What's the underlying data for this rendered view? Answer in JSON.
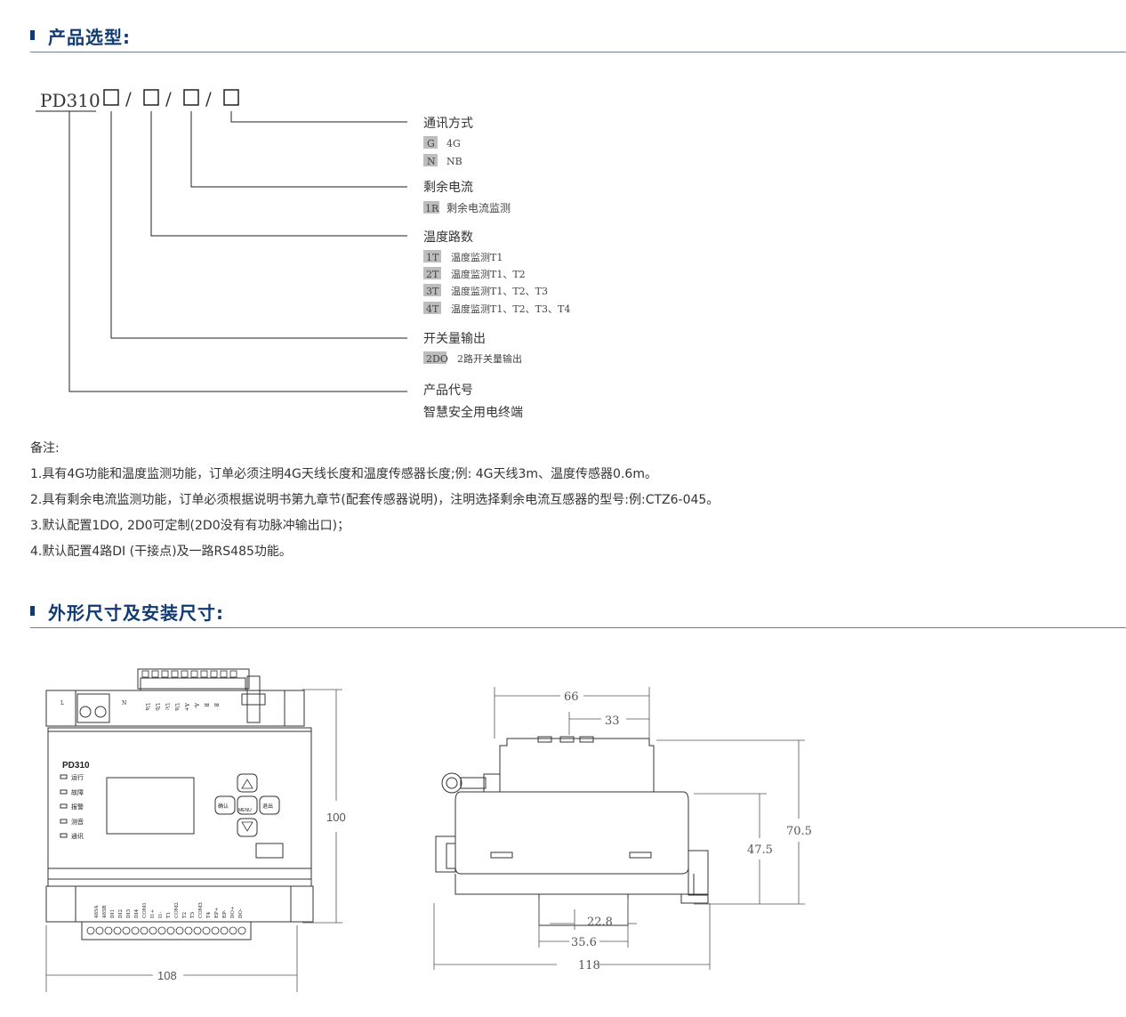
{
  "section1": {
    "title": "产品选型:"
  },
  "section2": {
    "title": "外形尺寸及安装尺寸:"
  },
  "model": {
    "code": "PD310",
    "sep": "/"
  },
  "groups": [
    {
      "title": "通讯方式",
      "options": [
        {
          "code": "G",
          "desc": "4G"
        },
        {
          "code": "N",
          "desc": "NB"
        }
      ]
    },
    {
      "title": "剩余电流",
      "options": [
        {
          "code": "1R",
          "desc": "剩余电流监测"
        }
      ]
    },
    {
      "title": "温度路数",
      "options": [
        {
          "code": "1T",
          "desc": "温度监测T1"
        },
        {
          "code": "2T",
          "desc": "温度监测T1、T2"
        },
        {
          "code": "3T",
          "desc": "温度监测T1、T2、T3"
        },
        {
          "code": "4T",
          "desc": "温度监测T1、T2、T3、T4"
        }
      ]
    },
    {
      "title": "开关量输出",
      "options": [
        {
          "code": "2DO",
          "desc": "2路开关量输出"
        }
      ]
    },
    {
      "title": "产品代号",
      "options": []
    }
  ],
  "product_desc": "智慧安全用电终端",
  "notes": {
    "header": "备注:",
    "items": [
      "1.具有4G功能和温度监测功能，订单必须注明4G天线长度和温度传感器长度;例: 4G天线3m、温度传感器0.6m。",
      "2.具有剩余电流监测功能，订单必须根据说明书第九章节(配套传感器说明)，注明选择剩余电流互感器的型号:例:CTZ6-045。",
      "3.默认配置1DO, 2D0可定制(2D0没有有功脉冲输出口)；",
      "4.默认配置4路DI (干接点)及一路RS485功能。"
    ]
  },
  "front_view": {
    "model_label": "PD310",
    "leds": [
      "运行",
      "故障",
      "报警",
      "测音",
      "通讯"
    ],
    "buttons": {
      "confirm": "确认",
      "menu": "MENU",
      "exit": "退出"
    },
    "top_terminals": [
      "L",
      "N",
      "Ua",
      "Ub",
      "Uc",
      "Un",
      "A+",
      "A-",
      "B",
      "B"
    ],
    "bottom_terminals": [
      "485A",
      "485B",
      "DI1",
      "DI2",
      "DI3",
      "DI4",
      "COM1",
      "I1+",
      "I1-",
      "T1",
      "COM2",
      "T2",
      "T3",
      "COM3",
      "T4",
      "EP+",
      "EP-",
      "DO+",
      "DO-"
    ],
    "dim_height": "100",
    "dim_width": "108"
  },
  "side_view": {
    "dim_top": "66",
    "dim_top2": "33",
    "dim_h1": "70.5",
    "dim_h2": "47.5",
    "dim_b1": "22.8",
    "dim_b2": "35.6",
    "dim_b3": "118"
  },
  "colors": {
    "accent": "#123a73",
    "code_box": "#bdbdbd",
    "line": "#222222"
  }
}
